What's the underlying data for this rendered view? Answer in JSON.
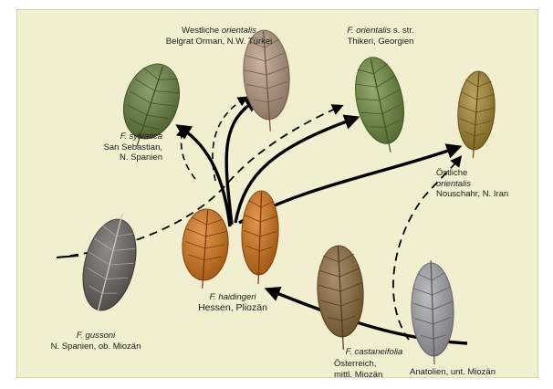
{
  "colors": {
    "background": "#f1efcf",
    "arrow": "#000000",
    "leaf_sylvatica": "#66823c",
    "leaf_west_orientalis": "#b79b82",
    "leaf_orientalis_ss": "#6f8c3e",
    "leaf_east_orientalis": "#a7872f",
    "leaf_haidingeri": "#d87819",
    "leaf_gussoni": "#6b6460",
    "leaf_castaneifolia": "#8e6c3b",
    "leaf_anatolia": "#a6a6ac"
  },
  "labels": {
    "west_orientalis": {
      "line1_prefix": "Westliche ",
      "line1_italic": "orientalis",
      "line2": "Belgrat Orman, N.W. Türkei"
    },
    "orientalis_ss": {
      "line1_italic": "F. orientalis",
      "line1_suffix": " s. str.",
      "line2": "Thikeri, Georgien"
    },
    "sylvatica": {
      "line1_italic": "F. sylvatica",
      "line2": "San Sebastian,",
      "line3": "N. Spanien"
    },
    "east_orientalis": {
      "line1": "Östliche",
      "line2_italic": "orientalis",
      "line3": "Nouschahr, N. Iran"
    },
    "haidingeri": {
      "line1_italic": "F. haidingeri",
      "line2": "Hessen, Pliozän"
    },
    "gussoni": {
      "line1_italic": "F. gussoni",
      "line2": "N. Spanien, ob. Miozän"
    },
    "castaneifolia": {
      "line1_italic": "F. castaneifolia",
      "line2": "Österreich,",
      "line3": "mittl. Miozän"
    },
    "anatolia": {
      "line1": "Anatolien, unt. Miozän"
    }
  }
}
